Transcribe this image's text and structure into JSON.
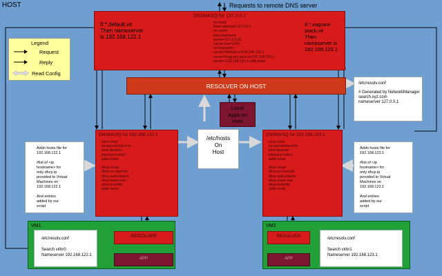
{
  "host_label": "HOST",
  "top_caption": "Requests to remote DNS server",
  "legend": {
    "title": "Legend",
    "request": "Request",
    "reply": "Reply",
    "read_config": "Read Config"
  },
  "dnsmasq_main": {
    "title": "DNSMASQ for 127.0.0.1",
    "left_note": "If *.default.vir\nThen nameserver\nis 192.168.122.1",
    "right_note": "If *.vagrant-stack.vir\nThen nameserver is\n192.168.123.1",
    "settings": "no-hosts\nlisten-address=127.0.0.1\nno-resolv\nbind-interfaces\nserver=127.0.0.53\ncache-size=1000\nno-negcache\nserver=/default.vir/192.168.122.1\nserver=/vagrant-stack.vir/192.168.123.1\nserver=/123.168.192.in-addr.arpa/"
  },
  "resolver_host": {
    "label": "RESOLVER ON HOST"
  },
  "resolv_host": {
    "title": "/etc/resolv.conf",
    "body": "# Generated by NetworkManager\nsearch.xyz.com\nnameserver 127.0.0.1"
  },
  "local_apps": {
    "label": "Local\nApps on\nHost"
  },
  "etc_hosts": {
    "label": "/etc/hosts\nOn\nHost"
  },
  "dnsmasq_left": {
    "title": "DNSMASQ for 192.168.122.1",
    "settings": "strict-order\nexcept-interface=lo\nbind-dynamic\ninterface=virbr0\naddn-hosts\n\ndhcp-range\ndhcp-no-override\ndhcp-authoritative\ndhcp-lease-max\ndhcp-hostsfile\naddn-hosts"
  },
  "dnsmasq_right": {
    "title": "DNSMASQ for 192.168.123.1",
    "settings": "strict-order\nexcept-interface=lo\nbind-dynamic\ninterface=virbr1\naddn-hosts\n\ndhcp-range\ndhcp-no-override\ndhcp-authoritative\ndhcp-lease-max\ndhcp-hostsfile\naddn-hosts"
  },
  "addn_left": {
    "text": "Addn hosts file for\n192.168.122.1\n\n#list of <ip\nhostname> for\nonly dhcp ip\nprovided to Virtual\nMachines on\n192.168.122.1\n\nAnd entries\nadded by our\nscript"
  },
  "addn_right": {
    "text": "Addn hosts file for\n192.168.123.1\n\n#list of <ip\nhostname> for\nonly dhcp ip\nprovided to Virtual\nMachines on\n192.168.123.1\n\nAnd entries\nadded by our\nscript"
  },
  "vm1": {
    "label": "VM1",
    "resolv_title": "/etc/resolv.conf",
    "resolv_body": "Search virbr0\nNameserver 192.168.122.1",
    "resolver_label": "RESOLVER",
    "apps_label": "APP"
  },
  "vm2": {
    "label": "VM2",
    "resolv_title": "/etc/resolv.conf",
    "resolv_body": "Search virbr1\nNameserver 192.168.123.1",
    "resolver_label": "RESOLVER",
    "apps_label": "APP"
  },
  "colors": {
    "background": "#6f9fd0",
    "dnsmasq": "#d71b1b",
    "resolver": "#cc3a1a",
    "vm": "#21a038",
    "apps": "#7d1430",
    "legend": "#ffff9e"
  }
}
